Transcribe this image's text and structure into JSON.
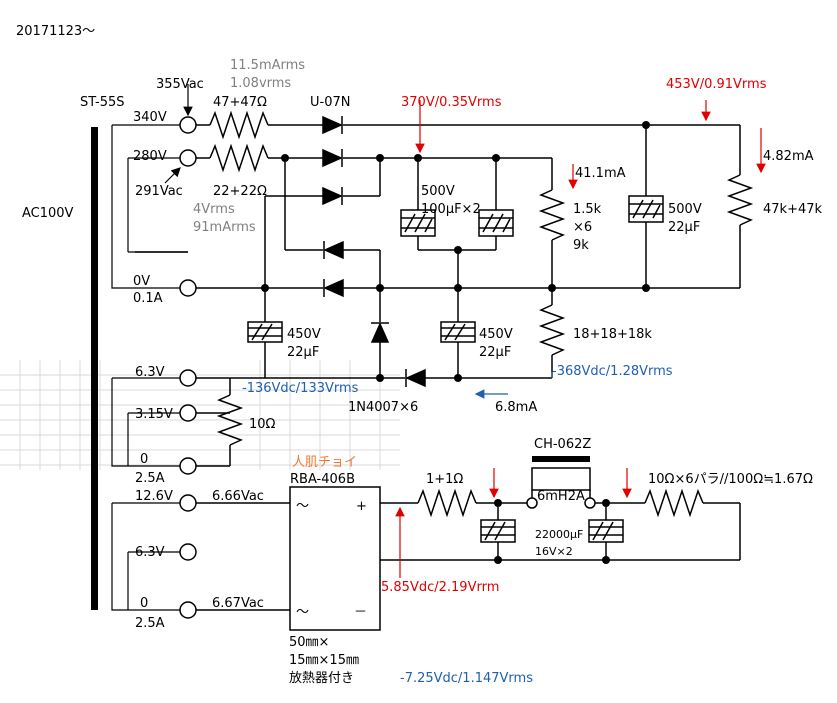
{
  "date": "20171123～",
  "colors": {
    "red": "#e00000",
    "blue": "#1f5fb0",
    "gray": "#808080",
    "orange": "#f07a35",
    "grid": "#d8d8d8"
  },
  "transformer": {
    "name": "ST-55S",
    "input": "AC100V",
    "taps_hv": [
      "340V",
      "280V",
      "0V",
      "0.1A"
    ],
    "meas_355": "355Vac",
    "meas_291": "291Vac",
    "taps_heater1": [
      "6.3V",
      "3.15V",
      "0",
      "2.5A"
    ],
    "taps_heater2": [
      "12.6V",
      "6.3V",
      "0",
      "2.5A"
    ]
  },
  "labels": {
    "r1": "47+47Ω",
    "r1_meas1": "11.5mArms",
    "r1_meas2": "1.08vrms",
    "diode_top": "U-07N",
    "r2": "22+22Ω",
    "r2_meas1": "4Vrms",
    "r2_meas2": "91mArms",
    "v_mid": "370V/0.35Vrms",
    "v_top": "453V/0.91Vrms",
    "i_top": "4.82mA",
    "i_mid": "41.1mA",
    "cap1_a": "500V",
    "cap1_b": "100μF×2",
    "res_block_a": "1.5k",
    "res_block_b": "×6",
    "res_block_c": "9k",
    "cap2_a": "500V",
    "cap2_b": "22μF",
    "r_top": "47k+47k",
    "cap3_a": "450V",
    "cap3_b": "22μF",
    "cap4_a": "450V",
    "cap4_b": "22μF",
    "r_neg": "18+18+18k",
    "v_neg": "-368Vdc/1.28Vrms",
    "v_neg2": "-136Vdc/133Vrms",
    "diode_neg": "1N4007×6",
    "i_neg": "6.8mA",
    "r_hum": "10Ω",
    "note_orange": "人肌チョイ",
    "bridge": "RBA-406B",
    "bridge_ac1": "～",
    "bridge_ac2": "～",
    "bridge_plus": "+",
    "bridge_minus": "－",
    "v_6_66": "6.66Vac",
    "v_6_67": "6.67Vac",
    "r_series": "1+1Ω",
    "choke": "CH-062Z",
    "choke_spec": "6mH2A",
    "cap5": "22000μF",
    "cap5_b": "16V×2",
    "r_load": "10Ω×6パラ//100Ω≒1.67Ω",
    "v_dc1": "5.85Vdc/2.19Vrrm",
    "heatsink_1": "50㎜×",
    "heatsink_2": "15㎜×15㎜",
    "heatsink_3": "放熱器付き",
    "v_dc2": "-7.25Vdc/1.147Vrms"
  }
}
